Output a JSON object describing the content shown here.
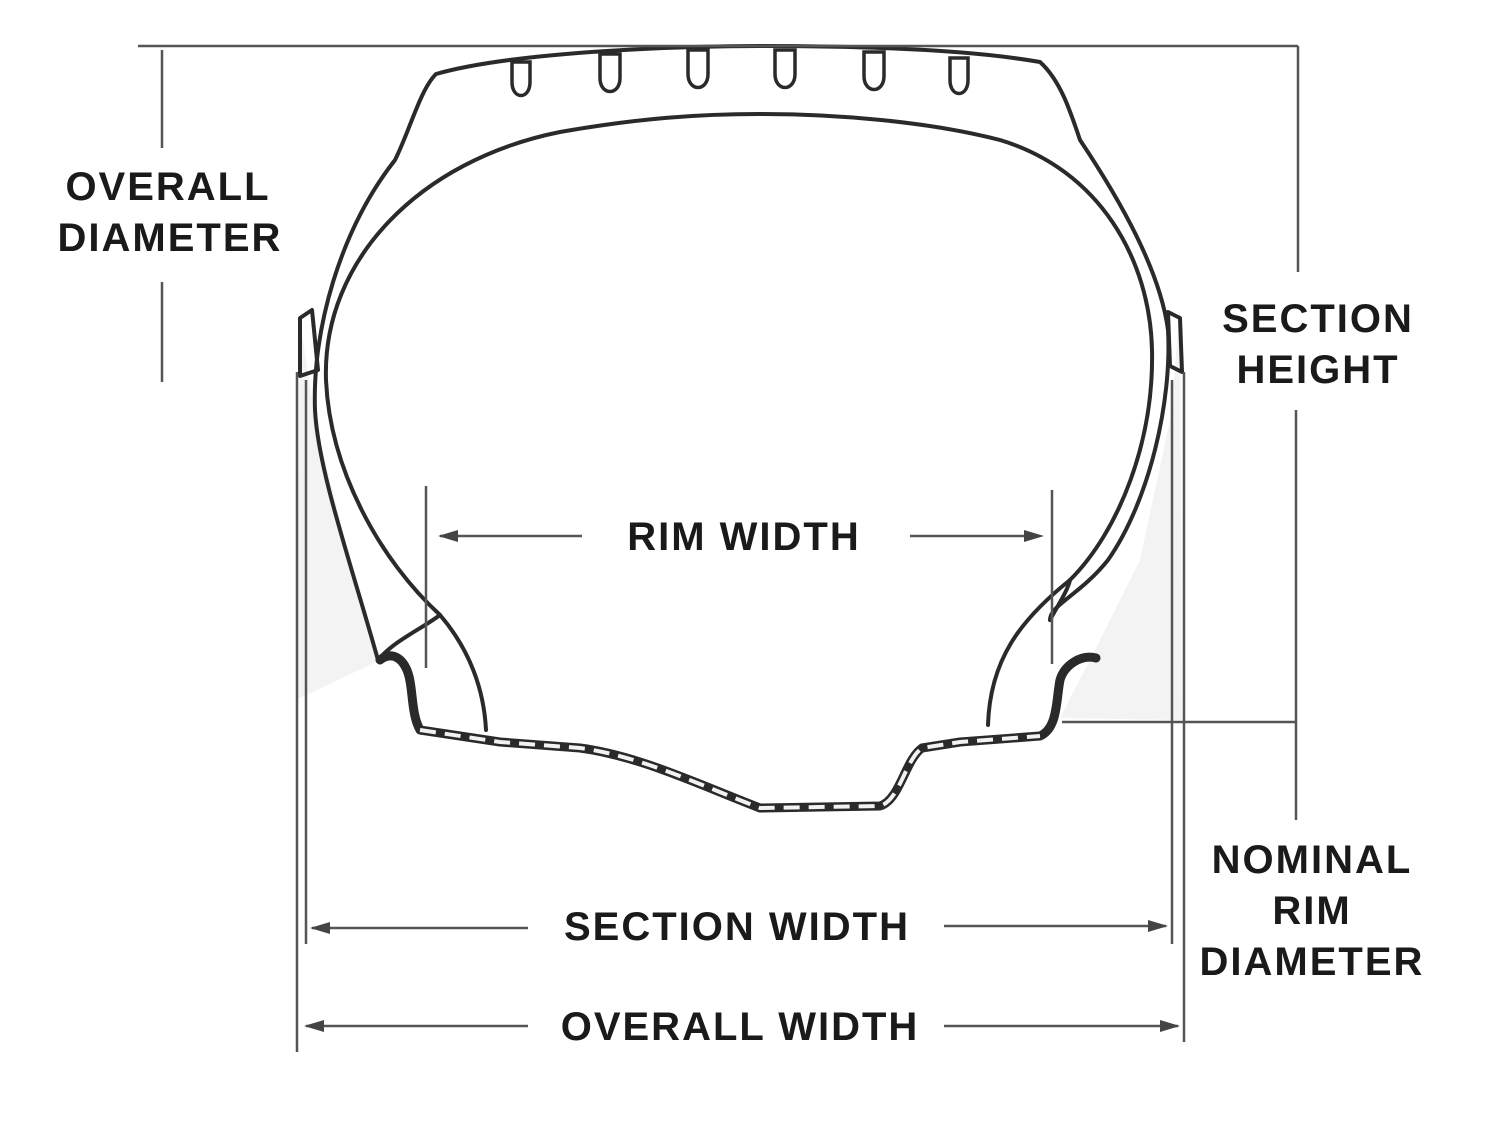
{
  "labels": {
    "overall_diameter": [
      "OVERALL",
      "DIAMETER"
    ],
    "section_height": [
      "SECTION",
      "HEIGHT"
    ],
    "rim_width": "RIM WIDTH",
    "nominal_rim_diameter": [
      "NOMINAL",
      "RIM",
      "DIAMETER"
    ],
    "section_width": "SECTION WIDTH",
    "overall_width": "OVERALL WIDTH"
  },
  "colors": {
    "ink": "#2a2a2a",
    "dimension_line": "#555555",
    "background": "#ffffff"
  }
}
